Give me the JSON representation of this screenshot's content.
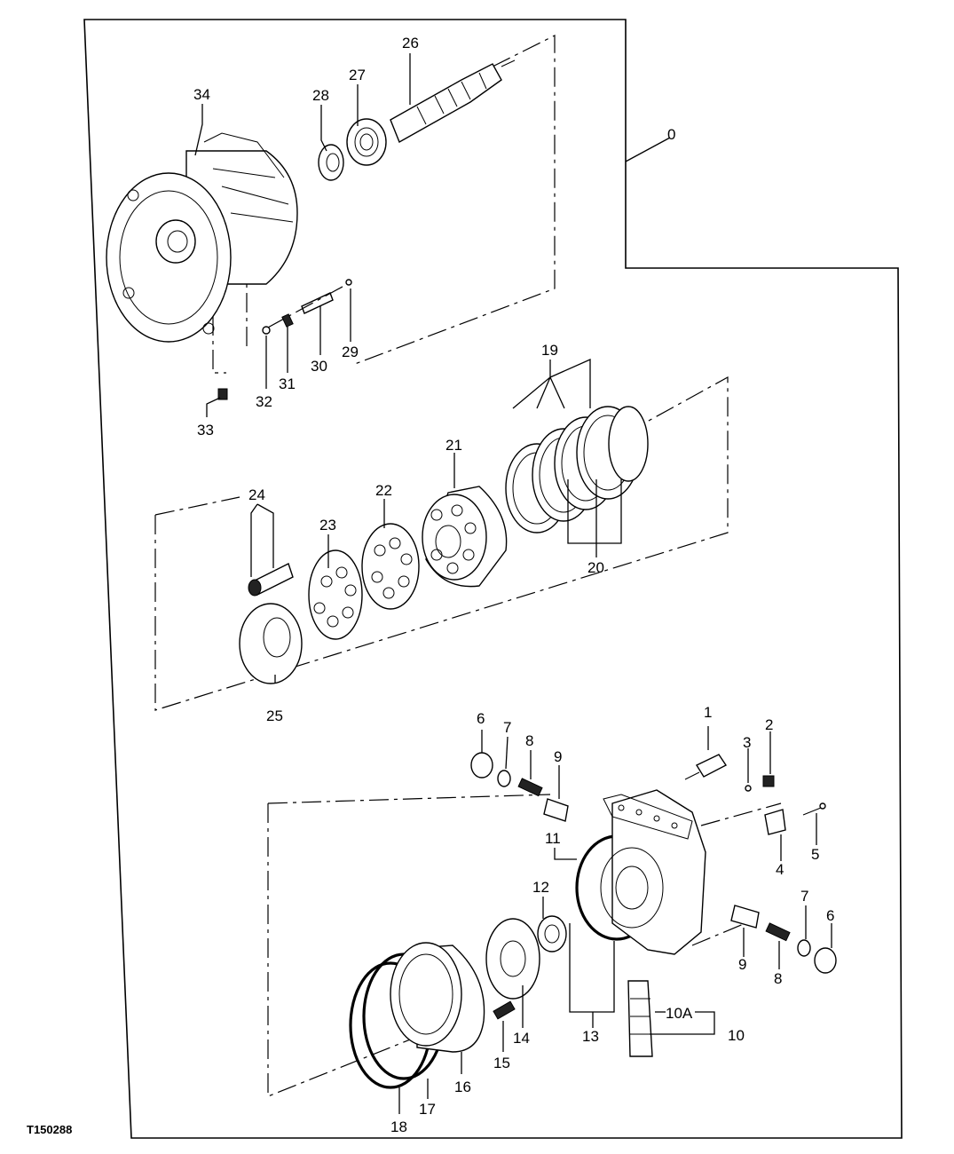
{
  "figure_id": "T150288",
  "callouts": {
    "c0": "0",
    "c1": "1",
    "c2": "2",
    "c3": "3",
    "c4": "4",
    "c5": "5",
    "c6a": "6",
    "c6b": "6",
    "c7a": "7",
    "c7b": "7",
    "c8a": "8",
    "c8b": "8",
    "c9a": "9",
    "c9b": "9",
    "c10": "10",
    "c10a": "10A",
    "c11": "11",
    "c12": "12",
    "c13": "13",
    "c14": "14",
    "c15": "15",
    "c16": "16",
    "c17": "17",
    "c18": "18",
    "c19": "19",
    "c20": "20",
    "c21": "21",
    "c22": "22",
    "c23": "23",
    "c24": "24",
    "c25": "25",
    "c26": "26",
    "c27": "27",
    "c28": "28",
    "c29": "29",
    "c30": "30",
    "c31": "31",
    "c32": "32",
    "c33": "33",
    "c34": "34"
  }
}
